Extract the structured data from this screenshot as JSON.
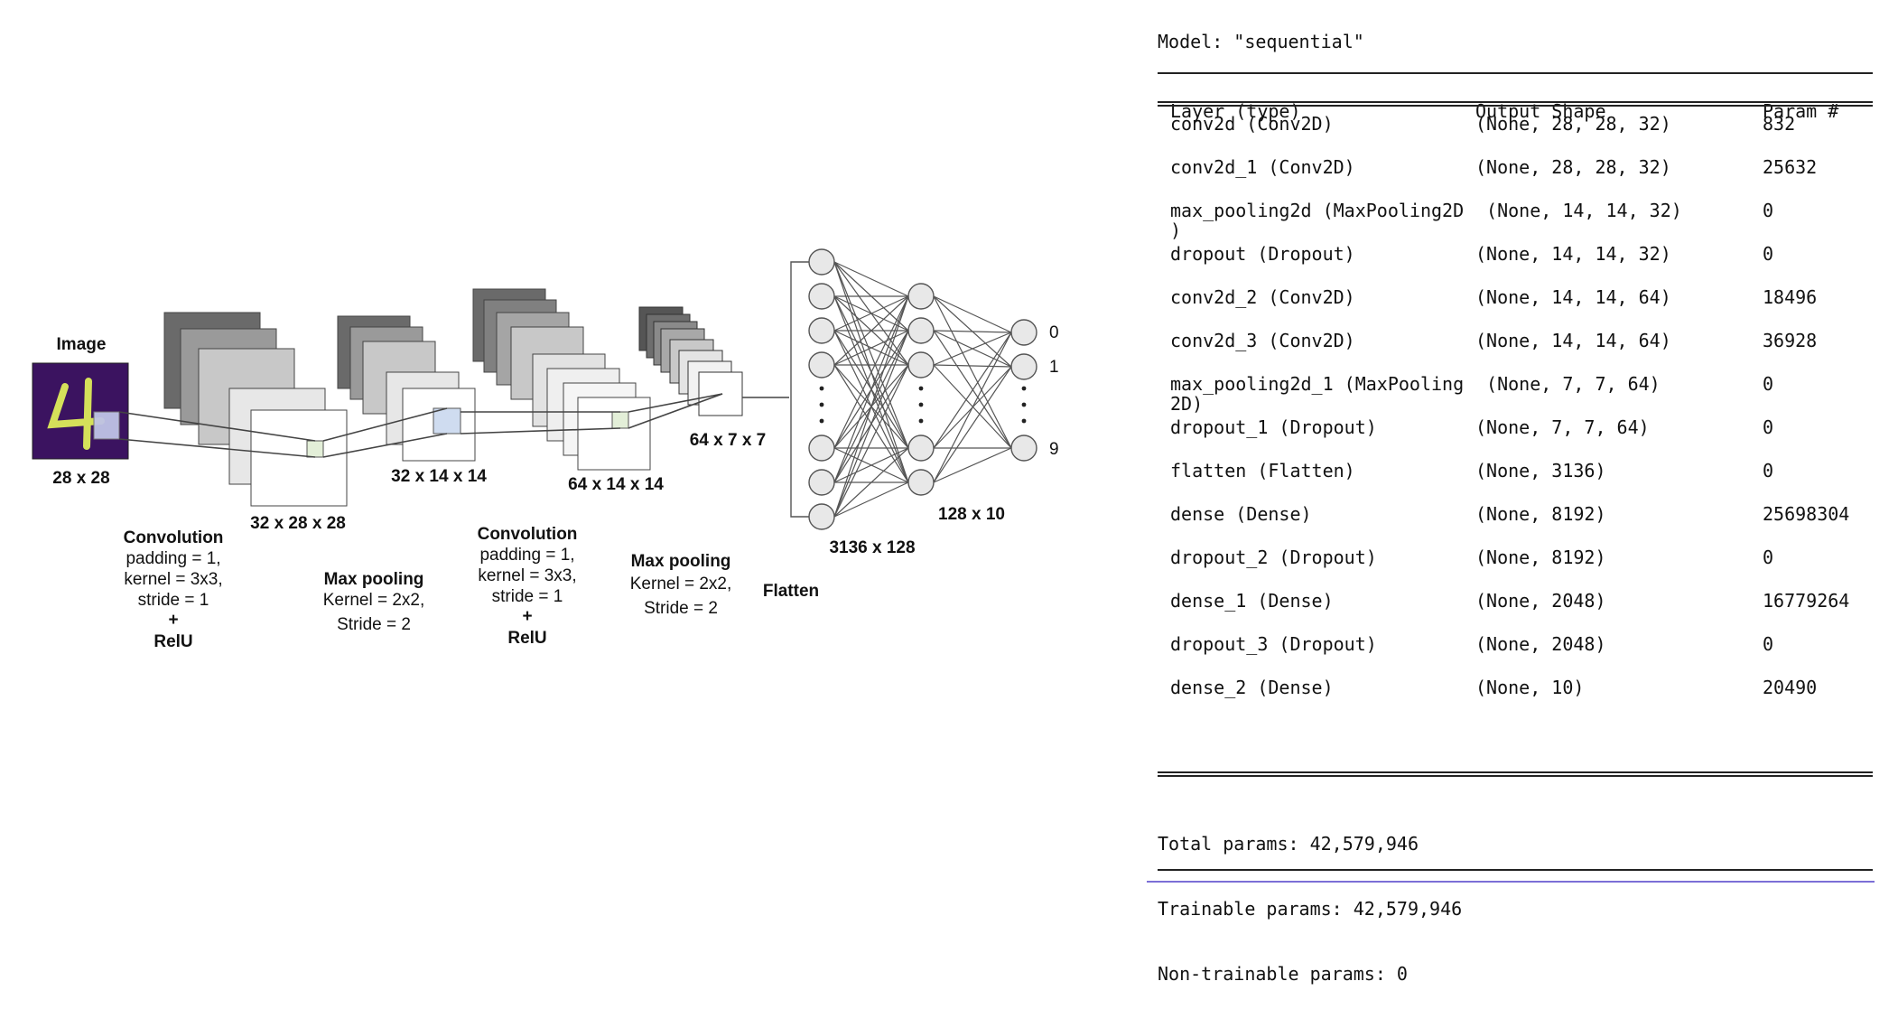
{
  "diagram": {
    "image_label": "Image",
    "sizes": {
      "input": "28 x 28",
      "conv1": "32 x 28 x 28",
      "pool1": "32 x 14 x 14",
      "conv2": "64 x 14 x 14",
      "pool2": "64 x 7 x 7",
      "dense1": "3136 x 128",
      "dense2": "128 x 10"
    },
    "conv1_caption": [
      "Convolution",
      "padding = 1,",
      "kernel = 3x3,",
      "stride = 1",
      "+",
      "RelU"
    ],
    "pool1_caption": [
      "Max pooling",
      "Kernel = 2x2,",
      "Stride = 2"
    ],
    "conv2_caption": [
      "Convolution",
      "padding = 1,",
      "kernel = 3x3,",
      "stride = 1",
      "+",
      "RelU"
    ],
    "pool2_caption": [
      "Max pooling",
      "Kernel = 2x2,",
      "Stride = 2"
    ],
    "flatten_caption": "Flatten",
    "outputs": [
      "0",
      "1",
      "9"
    ],
    "colors": {
      "image_bg": "#3b1360",
      "digit": "#d5e05a",
      "kernel_box": "#bfc3e6",
      "small_box": "#e3efd8",
      "pool_box": "#cfdcf0"
    }
  },
  "summary": {
    "title": "Model: \"sequential\"",
    "headers": [
      "Layer (type)",
      "Output Shape",
      "Param #"
    ],
    "rows": [
      {
        "layer": "conv2d (Conv2D)",
        "shape": "(None, 28, 28, 32)",
        "params": "832"
      },
      {
        "layer": "conv2d_1 (Conv2D)",
        "shape": "(None, 28, 28, 32)",
        "params": "25632"
      },
      {
        "layer": "max_pooling2d (MaxPooling2D\n)",
        "shape": " (None, 14, 14, 32)",
        "params": "0"
      },
      {
        "layer": "dropout (Dropout)",
        "shape": "(None, 14, 14, 32)",
        "params": "0"
      },
      {
        "layer": "conv2d_2 (Conv2D)",
        "shape": "(None, 14, 14, 64)",
        "params": "18496"
      },
      {
        "layer": "conv2d_3 (Conv2D)",
        "shape": "(None, 14, 14, 64)",
        "params": "36928"
      },
      {
        "layer": "max_pooling2d_1 (MaxPooling\n2D)",
        "shape": " (None, 7, 7, 64)",
        "params": "0"
      },
      {
        "layer": "dropout_1 (Dropout)",
        "shape": "(None, 7, 7, 64)",
        "params": "0"
      },
      {
        "layer": "flatten (Flatten)",
        "shape": "(None, 3136)",
        "params": "0"
      },
      {
        "layer": "dense (Dense)",
        "shape": "(None, 8192)",
        "params": "25698304"
      },
      {
        "layer": "dropout_2 (Dropout)",
        "shape": "(None, 8192)",
        "params": "0"
      },
      {
        "layer": "dense_1 (Dense)",
        "shape": "(None, 2048)",
        "params": "16779264"
      },
      {
        "layer": "dropout_3 (Dropout)",
        "shape": "(None, 2048)",
        "params": "0"
      },
      {
        "layer": "dense_2 (Dense)",
        "shape": "(None, 10)",
        "params": "20490"
      }
    ],
    "total_params": "Total params: 42,579,946",
    "trainable_params": "Trainable params: 42,579,946",
    "non_trainable_params": "Non-trainable params: 0"
  }
}
